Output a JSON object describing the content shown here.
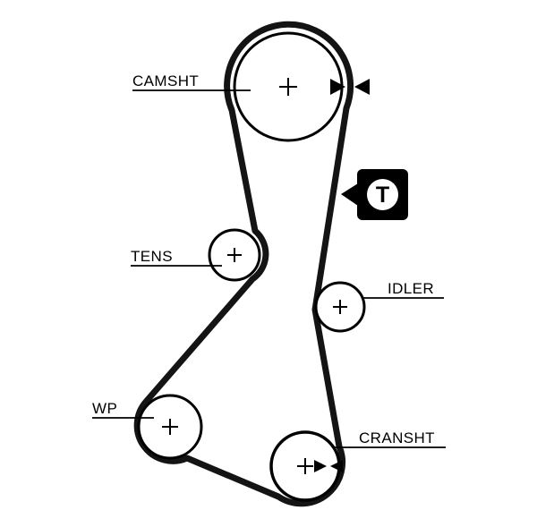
{
  "diagram": {
    "kind": "timing-belt-routing",
    "colors": {
      "belt": "#141414",
      "outline": "#000000",
      "background": "#ffffff",
      "badge_fill": "#000000",
      "badge_circle": "#ffffff"
    },
    "pulleys": {
      "camshaft": {
        "label": "CAMSHT"
      },
      "tensioner": {
        "label": "TENS"
      },
      "idler": {
        "label": "IDLER"
      },
      "water_pump": {
        "label": "WP"
      },
      "crankshaft": {
        "label": "CRANSHT"
      }
    },
    "badge": {
      "letter": "T"
    }
  }
}
